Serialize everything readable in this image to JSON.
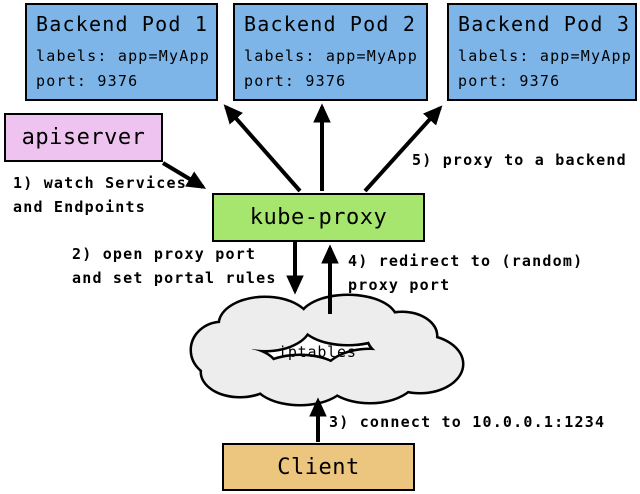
{
  "colors": {
    "background": "#ffffff",
    "border": "#000000",
    "pod_fill": "#7db5e8",
    "apiserver_fill": "#efc3ef",
    "kube_proxy_fill": "#a6e56e",
    "client_fill": "#ecc57e",
    "cloud_fill": "#ededed"
  },
  "pods": [
    {
      "title": "Backend Pod 1",
      "labels_line": "labels: app=MyApp",
      "port_line": "port: 9376"
    },
    {
      "title": "Backend Pod 2",
      "labels_line": "labels: app=MyApp",
      "port_line": "port: 9376"
    },
    {
      "title": "Backend Pod 3",
      "labels_line": "labels: app=MyApp",
      "port_line": "port: 9376"
    }
  ],
  "nodes": {
    "apiserver_label": "apiserver",
    "kube_proxy_label": "kube-proxy",
    "client_label": "Client",
    "iptables_label": "iptables"
  },
  "annotations": {
    "step1": "1) watch Services\nand Endpoints",
    "step2": "2) open proxy port\nand set portal rules",
    "step3": "3) connect to 10.0.0.1:1234",
    "step4": "4) redirect to (random)\nproxy port",
    "step5": "5) proxy to a backend"
  }
}
